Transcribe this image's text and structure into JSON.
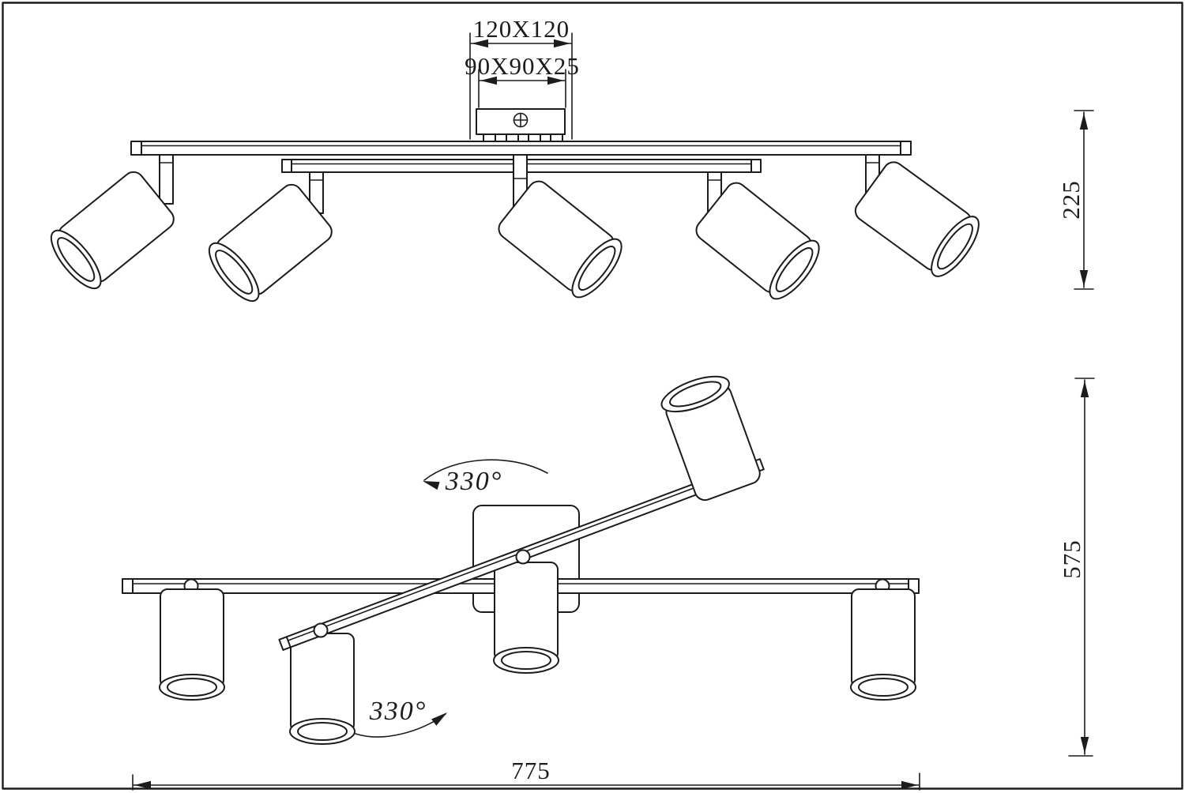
{
  "drawing": {
    "kind": "ceiling spotlight bar - technical line drawing, two projection views",
    "colors": {
      "line": "#1c1c1c",
      "background": "#ffffff"
    }
  },
  "icons": {
    "screw_head": "crosshair-circle ⊕"
  },
  "annotations": {
    "canopy_outer_dim": "120X120",
    "canopy_plate_dim": "90X90X25",
    "side_height": "225",
    "total_height": "575",
    "overall_width": "775",
    "rotation_upper": "330°",
    "rotation_lower": "330°"
  }
}
